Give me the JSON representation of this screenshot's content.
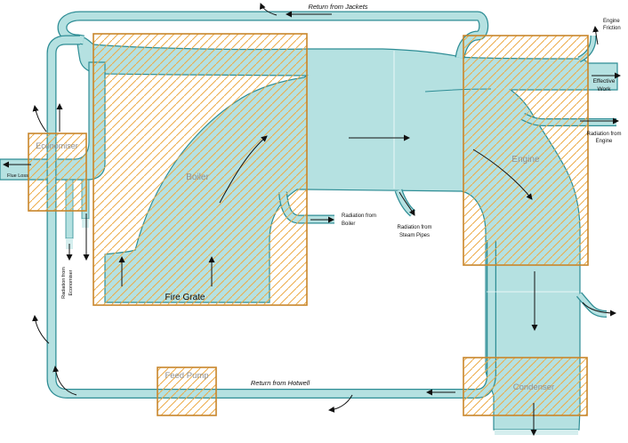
{
  "diagram": {
    "type": "sankey-energy-flow-steam-plant",
    "boxes": {
      "economiser": {
        "label": "Economiser"
      },
      "boiler": {
        "label": "Boiler"
      },
      "fire_grate": {
        "label": "Fire Grate"
      },
      "engine": {
        "label": "Engine"
      },
      "condenser": {
        "label": "Condenser"
      },
      "feed_pump": {
        "label": "Feed Pump"
      }
    },
    "flow_labels": {
      "return_from_jackets": {
        "label": "Return from Jackets"
      },
      "return_from_hotwell": {
        "label": "Return from Hotwell"
      },
      "flue_loss": {
        "label": "Flue Loss"
      },
      "engine_friction": {
        "line1": "Engine",
        "line2": "Friction"
      },
      "effective_work": {
        "line1": "Effective",
        "line2": "Work"
      },
      "radiation_from_engine": {
        "line1": "Radiation from",
        "line2": "Engine"
      },
      "radiation_from_boiler": {
        "line1": "Radiation from",
        "line2": "Boiler"
      },
      "radiation_from_steam_pipes": {
        "line1": "Radiation from",
        "line2": "Steam Pipes"
      },
      "radiation_from_economiser": {
        "line1": "Radiation from",
        "line2": "Economiser"
      }
    },
    "colors": {
      "flow_fill": "#b5e1e1",
      "flow_stroke": "#2e8d95",
      "hatch_line": "#ecaa46",
      "box_border": "#c8862b",
      "box_label_grey": "#8f8f8f",
      "arrow_black": "#111111",
      "background": "#ffffff"
    }
  }
}
